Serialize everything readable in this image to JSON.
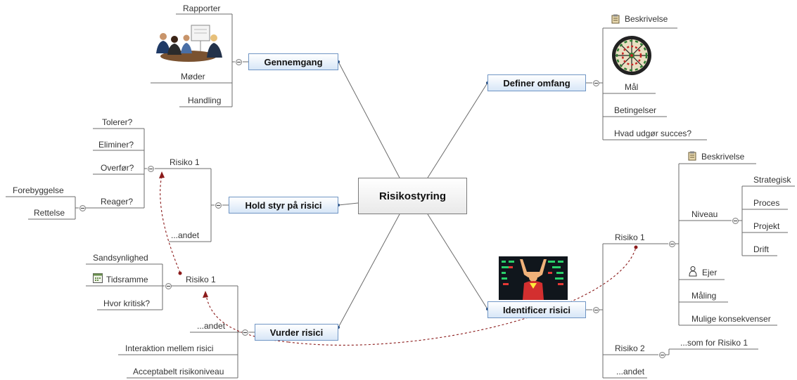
{
  "center": {
    "title": "Risikostyring"
  },
  "gennemgang": {
    "title": "Gennemgang",
    "rapporter": "Rapporter",
    "moder": "Møder",
    "handling": "Handling"
  },
  "definer": {
    "title": "Definer omfang",
    "beskrivelse": "Beskrivelse",
    "maal": "Mål",
    "betingelser": "Betingelser",
    "succes": "Hvad udgør succes?"
  },
  "hold": {
    "title": "Hold styr på risici",
    "risiko1": "Risiko 1",
    "tolerer": "Tolerer?",
    "eliminer": "Eliminer?",
    "overfor": "Overfør?",
    "reager": "Reager?",
    "forebyggelse": "Forebyggelse",
    "rettelse": "Rettelse",
    "andet": "...andet"
  },
  "vurder": {
    "title": "Vurder risici",
    "risiko1": "Risiko 1",
    "sandsynlighed": "Sandsynlighed",
    "tidsramme": "Tidsramme",
    "kritisk": "Hvor kritisk?",
    "andet": "...andet",
    "interaktion": "Interaktion mellem risici",
    "acceptabelt": "Acceptabelt risikoniveau"
  },
  "identificer": {
    "title": "Identificer risici",
    "risiko1": "Risiko 1",
    "beskrivelse": "Beskrivelse",
    "niveau": "Niveau",
    "strategisk": "Strategisk",
    "proces": "Proces",
    "projekt": "Projekt",
    "drift": "Drift",
    "ejer": "Ejer",
    "maaling": "Måling",
    "konsekvenser": "Mulige konsekvenser",
    "risiko2": "Risiko 2",
    "somfor": "...som for Risiko 1",
    "andet": "...andet"
  },
  "colors": {
    "relationship": "#8b1a1a",
    "topic_border": "#6f95c4",
    "topic_fill": "#d7e6f7",
    "line": "#6b6b6b"
  },
  "icons": [
    "meeting-clipart",
    "dartboard-clipart",
    "cheering-person-clipart",
    "clipboard-icon",
    "calendar-icon",
    "person-icon",
    "collapse-icon"
  ]
}
